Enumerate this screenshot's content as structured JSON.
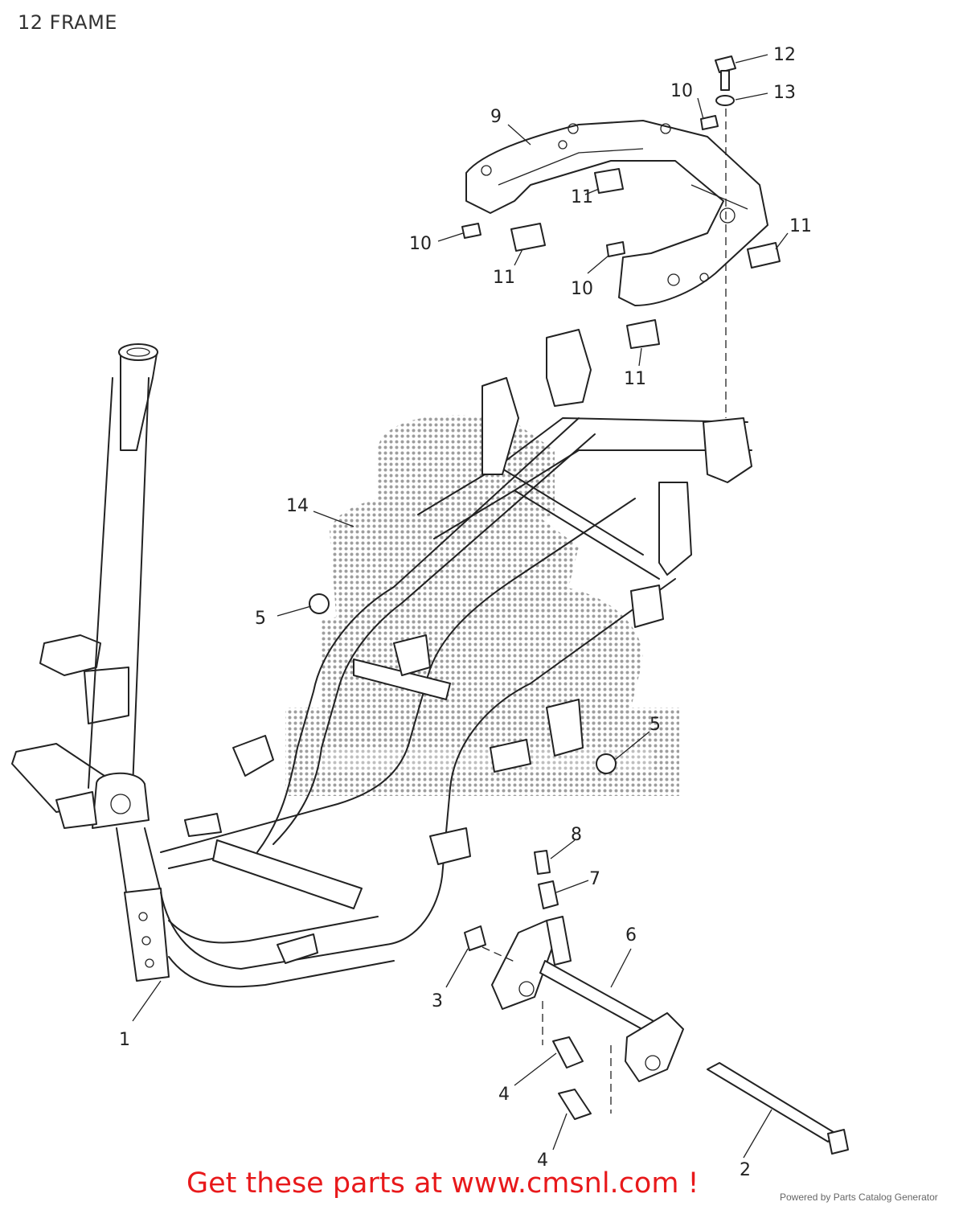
{
  "header": {
    "title": "12 FRAME"
  },
  "callouts": [
    {
      "id": "1",
      "label": "1"
    },
    {
      "id": "2",
      "label": "2"
    },
    {
      "id": "3",
      "label": "3"
    },
    {
      "id": "4a",
      "label": "4"
    },
    {
      "id": "4b",
      "label": "4"
    },
    {
      "id": "5a",
      "label": "5"
    },
    {
      "id": "5b",
      "label": "5"
    },
    {
      "id": "6",
      "label": "6"
    },
    {
      "id": "7",
      "label": "7"
    },
    {
      "id": "8",
      "label": "8"
    },
    {
      "id": "9",
      "label": "9"
    },
    {
      "id": "10a",
      "label": "10"
    },
    {
      "id": "10b",
      "label": "10"
    },
    {
      "id": "10c",
      "label": "10"
    },
    {
      "id": "11a",
      "label": "11"
    },
    {
      "id": "11b",
      "label": "11"
    },
    {
      "id": "11c",
      "label": "11"
    },
    {
      "id": "11d",
      "label": "11"
    },
    {
      "id": "12",
      "label": "12"
    },
    {
      "id": "13",
      "label": "13"
    },
    {
      "id": "14",
      "label": "14"
    }
  ],
  "footer": {
    "cta": "Get these parts at www.cmsnl.com !",
    "powered_by": "Powered by Parts Catalog Generator"
  },
  "colors": {
    "cta": "#e8191b",
    "line": "#222222",
    "watermark": "#9a9a9a"
  }
}
